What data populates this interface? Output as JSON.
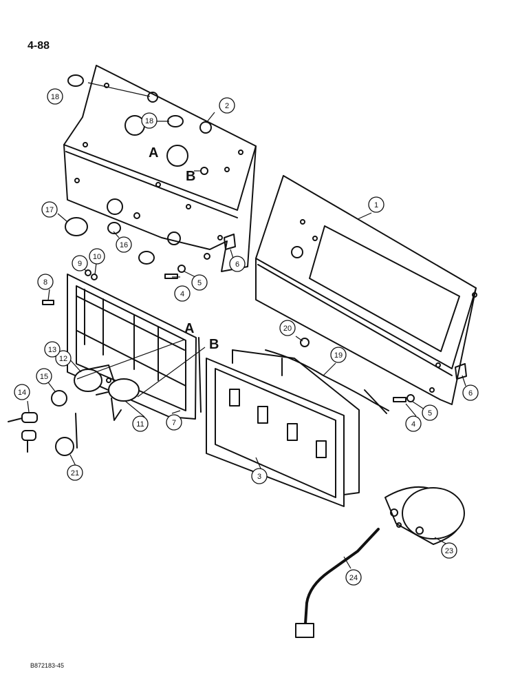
{
  "page_number": "4-88",
  "document_code": "B872183-45",
  "letters": {
    "a": "A",
    "b": "B"
  },
  "callouts": [
    "1",
    "2",
    "3",
    "4",
    "5",
    "6",
    "7",
    "8",
    "9",
    "10",
    "11",
    "12",
    "13",
    "14",
    "15",
    "16",
    "17",
    "18",
    "19",
    "20",
    "21",
    "23",
    "24"
  ]
}
